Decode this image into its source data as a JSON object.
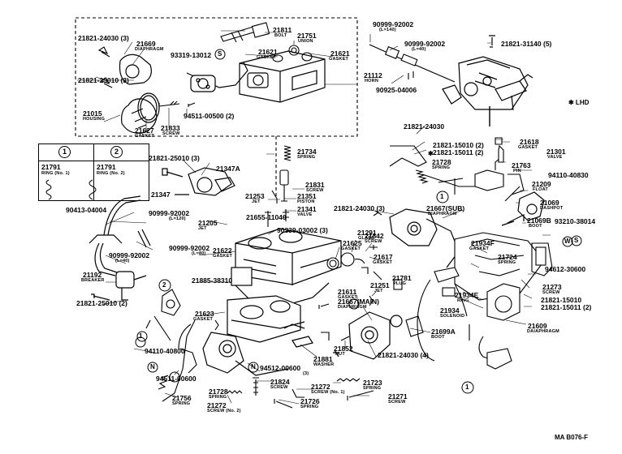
{
  "diagram": {
    "legend": [
      {
        "symbol": "1",
        "part": "21791",
        "name": "RING (No. 1)"
      },
      {
        "symbol": "2",
        "part": "21791",
        "name": "RING (No. 2)"
      }
    ],
    "lhd_note": "✱ LHD",
    "figure_code": "MA  B076-F",
    "labels": {
      "l01": "21821-24030 (3)",
      "l02": "21669",
      "l02n": "DIAPHRAGM",
      "l03": "21811",
      "l03n": "BOLT",
      "l04": "21751",
      "l04n": "UNION",
      "l05": "93319-13012",
      "l06": "21621",
      "l06n": "GASKET",
      "l07": "21621",
      "l07n": "GASKET",
      "l08": "90999-92002",
      "l08n": "(L=140)",
      "l09": "90999-92002",
      "l09n": "(L=40)",
      "l10": "21821-31140 (5)",
      "l11": "21821-25010 (3)",
      "l12": "21112",
      "l12n": "HORN",
      "l13": "90925-04006",
      "l14": "21015",
      "l14n": "HOUSING",
      "l15": "94511-00500 (2)",
      "l16": "21627",
      "l16n": "GASKET",
      "l17": "21833",
      "l17n": "SCREW",
      "l18": "21821-24030",
      "l19": "21821-15010 (2)",
      "l20": "21821-15011 (2)",
      "l21": "21618",
      "l21n": "GASKET",
      "l22": "21301",
      "l22n": "VALVE",
      "l23": "21734",
      "l23n": "SPRING",
      "l24": "21728",
      "l24n": "SPRING",
      "l25": "21763",
      "l25n": "PIN",
      "l26": "94110-40830",
      "l27": "21821-25010 (3)",
      "l28": "21347A",
      "l29": "21831",
      "l29n": "SCREW",
      "l30": "21209",
      "l30n": "FLOAT",
      "l31": "21347",
      "l32": "21253",
      "l32n": "JET",
      "l33": "21351",
      "l33n": "PISTON",
      "l34": "21069",
      "l34n": "DASHPOT",
      "l35": "21341",
      "l35n": "VALVE",
      "l36": "21821-24030 (3)",
      "l37": "21667(SUB)",
      "l37n": "DIAPHRAGM",
      "l38": "21069B",
      "l38n": "BOOT",
      "l39": "90413-04004",
      "l40": "90999-92002",
      "l40n": "(L=120)",
      "l41": "21205",
      "l41n": "JET",
      "l42": "21655-11040",
      "l43": "90339-03002 (3)",
      "l44": "93210-38014",
      "l45": "21291",
      "l45n": "GLASS",
      "l46": "21842",
      "l46n": "SCREW",
      "l47": "21934F",
      "l47n": "GASKET",
      "l48": "90999-92002",
      "l48n": "(L=80)",
      "l49": "21622",
      "l49n": "GASKET",
      "l50": "21625",
      "l50n": "GASKET",
      "l51": "21617",
      "l51n": "GASKET",
      "l52": "21724",
      "l52n": "SPRING",
      "l53": "90999-92002",
      "l53n": "(L=40)",
      "l54": "94612-30600",
      "l55": "21192",
      "l55n": "BREAKER",
      "l56": "21885-38310",
      "l57": "21781",
      "l57n": "PLUG",
      "l58": "21251",
      "l58n": "JET",
      "l59": "21273",
      "l59n": "SCREW",
      "l60": "21611",
      "l60n": "GASKET",
      "l61": "21934E",
      "l61n": "RING",
      "l62": "21821-15010",
      "l63": "21821-15011 (2)",
      "l64": "21821-25010 (2)",
      "l65": "21667(MAIN)",
      "l65n": "DIAPHRAGM",
      "l66": "21934",
      "l66n": "SOLENOID",
      "l67": "21623",
      "l67n": "GASKET",
      "l68": "21699A",
      "l68n": "BOOT",
      "l69": "21609",
      "l69n": "DAIAPHRAGM",
      "l70": "94110-40800",
      "l71": "21852",
      "l71n": "NUT",
      "l72": "21881",
      "l72n": "WASHER",
      "l73": "21821-24030 (4)",
      "l74": "94512-00600",
      "l74n": "(3)",
      "l75": "94511-00600",
      "l76": "21824",
      "l76n": "SCREW",
      "l77": "21723",
      "l77n": "SPRING",
      "l78": "21728",
      "l78n": "SPRING",
      "l79": "21272",
      "l79n": "SCREW (No. 1)",
      "l80": "21756",
      "l80n": "SPRING",
      "l81": "21271",
      "l81n": "SCREW",
      "l82": "21272",
      "l82n": "SCREW (No. 2)",
      "l83": "21726",
      "l83n": "SPRING"
    },
    "markers": {
      "s": "S",
      "w": "W",
      "n": "N",
      "c1": "1",
      "c2": "2",
      "star": "✱"
    }
  }
}
